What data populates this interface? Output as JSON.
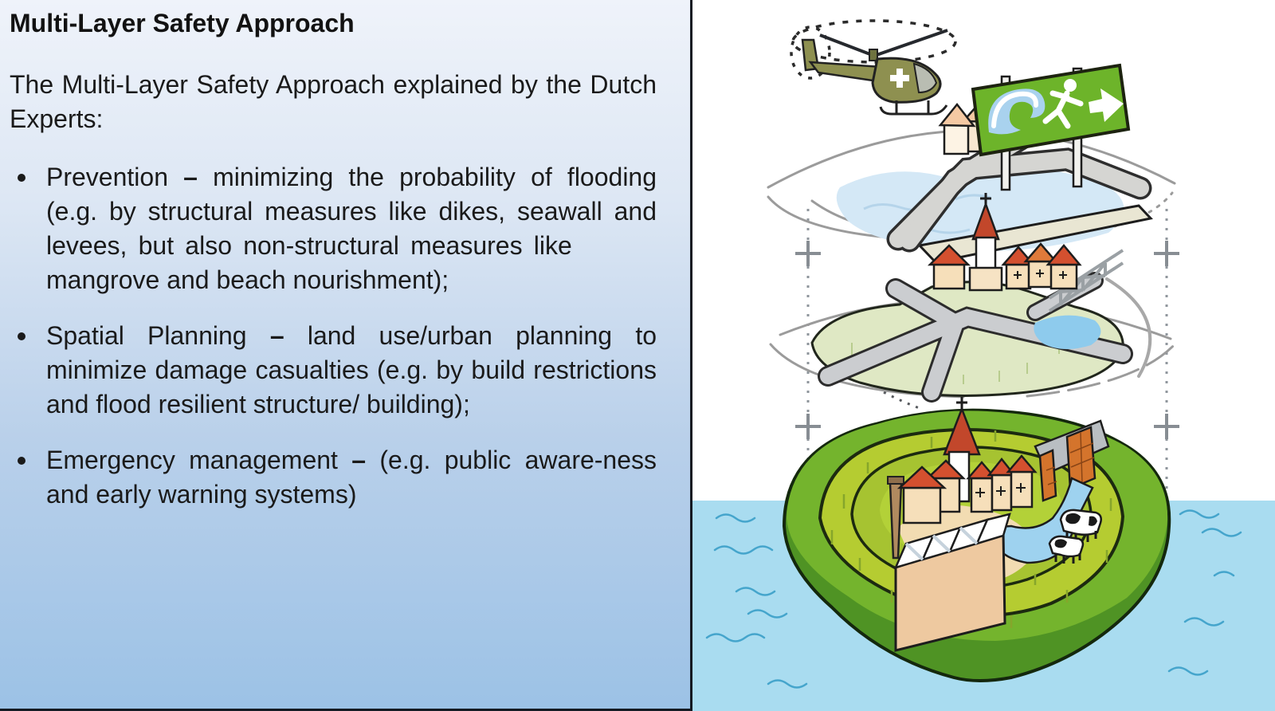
{
  "panel": {
    "title": "Multi-Layer Safety Approach",
    "intro": "The Multi-Layer Safety Approach explained by the Dutch Experts:",
    "bullets": [
      {
        "lead": "Prevention",
        "dash": "–",
        "rest_a": "minimizing the probability of flooding (e.g. by structural measures like dikes, seawall and levees, but also non-structural measures like",
        "rest_b": "mangrove and beach nourishment);"
      },
      {
        "lead": "Spatial Planning",
        "dash": "–",
        "rest_a": "land use/urban planning to minimize damage casualties (e.g. by build restrictions and flood resilient structure/ building);",
        "rest_b": ""
      },
      {
        "lead": "Emergency management",
        "dash": "–",
        "rest_a": "(e.g. public aware-ness and early warning systems)",
        "rest_b": ""
      }
    ]
  },
  "illustration": {
    "icons": [
      "helicopter-icon",
      "evacuation-sign-icon",
      "wave-symbol-icon",
      "running-person-icon",
      "arrow-right-icon",
      "church-icon",
      "house-icon",
      "factory-icon",
      "chimney-icon",
      "sluice-gate-icon",
      "cow-icon",
      "bridge-icon",
      "dike-ring-island",
      "alignment-guides"
    ],
    "colors": {
      "panel_gradient_top": "#eff3fa",
      "panel_gradient_bottom": "#9cc2e6",
      "divider": "#141a22",
      "sea_water": "#a9dcf0",
      "water_squiggle": "#45a5cc",
      "flood_water": "#d4e8f6",
      "sign_green": "#6db42a",
      "island_green": "#74b42d",
      "island_ring_yellow_green": "#b5cc31",
      "island_dark_green": "#4f9324",
      "roof_red": "#d4502f",
      "house_wall": "#f6dfba",
      "road_gray": "#cbcdd0",
      "helicopter_olive": "#8e9050",
      "sluice_orange": "#d4742c"
    }
  }
}
